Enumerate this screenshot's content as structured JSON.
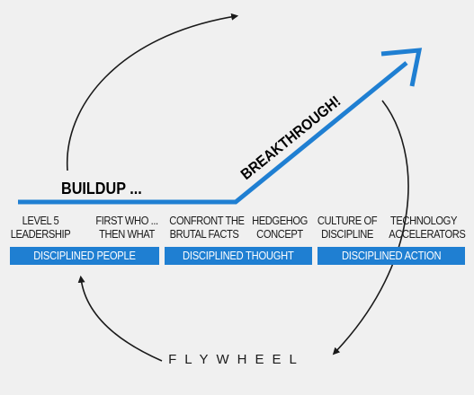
{
  "labels": {
    "buildup": "BUILDUP ...",
    "breakthrough": "BREAKTHROUGH!",
    "flywheel": "FLYWHEEL"
  },
  "steps": [
    {
      "line1": "LEVEL 5",
      "line2": "LEADERSHIP"
    },
    {
      "line1": "FIRST WHO ...",
      "line2": "THEN WHAT"
    },
    {
      "line1": "CONFRONT THE",
      "line2": "BRUTAL FACTS"
    },
    {
      "line1": "HEDGEHOG",
      "line2": "CONCEPT"
    },
    {
      "line1": "CULTURE OF",
      "line2": "DISCIPLINE"
    },
    {
      "line1": "TECHNOLOGY",
      "line2": "ACCELERATORS"
    }
  ],
  "stages": [
    {
      "label": "DISCIPLINED PEOPLE"
    },
    {
      "label": "DISCIPLINED THOUGHT"
    },
    {
      "label": "DISCIPLINED ACTION"
    }
  ],
  "colors": {
    "accent_blue": "#1f7fd2",
    "background": "#f0f0f0",
    "line": "#1a1a1a"
  },
  "icons": {
    "cycle_arrows": "circular-arrow-icon",
    "progress_arrow": "arrow-up-right-icon"
  }
}
